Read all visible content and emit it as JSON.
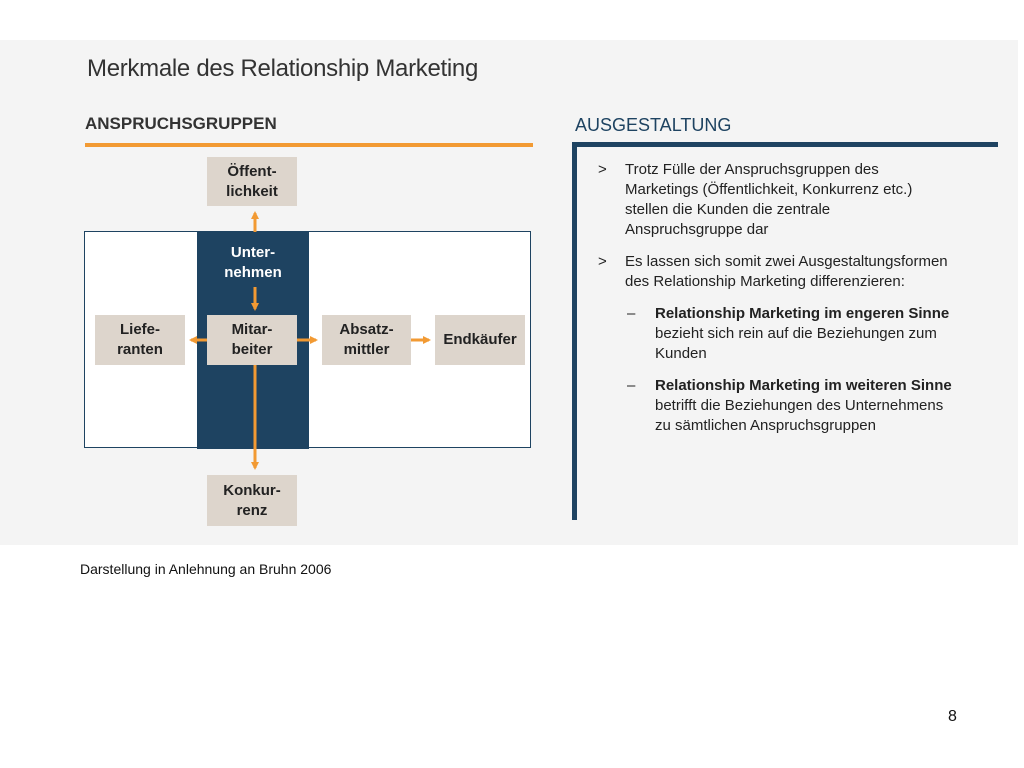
{
  "slide": {
    "title": "Merkmale des Relationship Marketing",
    "caption": "Darstellung in Anlehnung an Bruhn 2006",
    "page_number": "8"
  },
  "left_section": {
    "heading": "ANSPRUCHSGRUPPEN",
    "company": "Unter-\nnehmen",
    "nodes": {
      "public": "Öffent-\nlichkeit",
      "employees": "Mitar-\nbeiter",
      "suppliers": "Liefe-\nranten",
      "intermediaries": "Absatz-\nmittler",
      "end_buyers": "Endkäufer",
      "competition": "Konkur-\nrenz"
    }
  },
  "right_section": {
    "heading": "AUSGESTALTUNG",
    "bullet_marker": ">",
    "sub_marker": "–",
    "bullets": [
      "Trotz Fülle der Anspruchsgruppen des\nMarketings (Öffentlichkeit, Konkurrenz etc.)\nstellen die Kunden die zentrale\nAnspruchsgruppe dar",
      "Es lassen sich somit zwei Ausgestaltungsformen\ndes Relationship Marketing differenzieren:"
    ],
    "sub_items": [
      {
        "bold": "Relationship Marketing im engeren Sinne",
        "text": "bezieht sich rein auf die Beziehungen zum\nKunden"
      },
      {
        "bold": "Relationship Marketing im weiteren Sinne",
        "text": "betrifft die Beziehungen des Unternehmens\nzu sämtlichen Anspruchsgruppen"
      }
    ]
  },
  "colors": {
    "navy": "#1e4361",
    "orange": "#f29a33",
    "box_fill": "#ddd5cc",
    "background_panel": "#f4f4f4"
  }
}
